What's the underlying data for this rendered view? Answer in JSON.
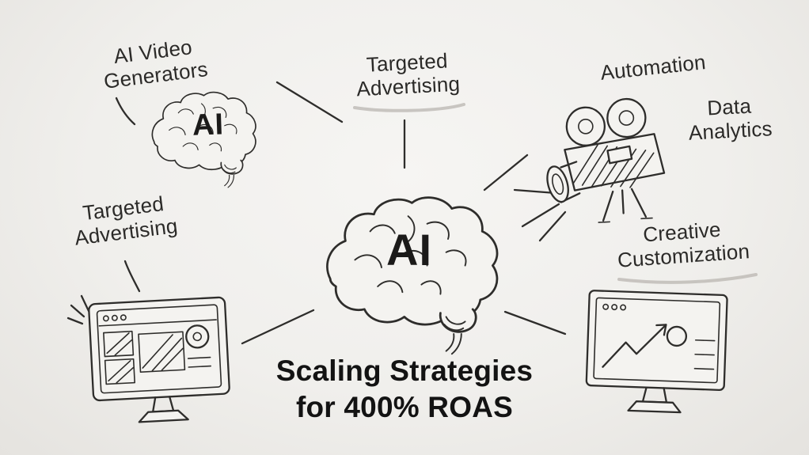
{
  "meta": {
    "background": "#f0efec",
    "ink": "#2e2d2b",
    "text_color": "#2b2a28",
    "underline_color": "#b9b6b0",
    "style": "hand-drawn whiteboard mind map"
  },
  "title": {
    "line1": "Scaling Strategies",
    "line2": "for 400% ROAS"
  },
  "center_brain": {
    "label": "AI",
    "icon": "brain-icon"
  },
  "small_brain": {
    "label": "AI",
    "icon": "brain-icon"
  },
  "labels": {
    "ai_video_generators": {
      "line1": "AI Video",
      "line2": "Generators"
    },
    "targeted_advertising_top": {
      "line1": "Targeted",
      "line2": "Advertising"
    },
    "automation": {
      "line1": "Automation"
    },
    "data_analytics": {
      "line1": "Data",
      "line2": "Analytics"
    },
    "targeted_advertising_left": {
      "line1": "Targeted",
      "line2": "Advertising"
    },
    "creative_customization": {
      "line1": "Creative",
      "line2": "Customization"
    }
  },
  "icons": {
    "camera": "video-camera-icon",
    "left_monitor": "ad-dashboard-monitor-icon",
    "right_monitor": "chart-browser-monitor-icon"
  }
}
